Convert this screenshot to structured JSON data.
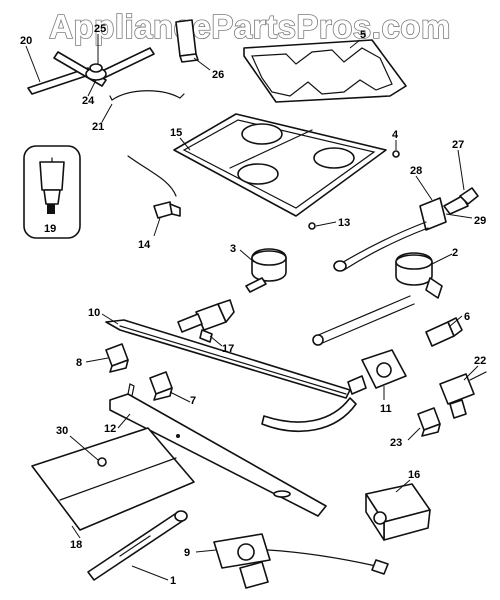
{
  "watermark": "AppliancePartsPros.com",
  "callouts": [
    {
      "id": "p1",
      "label": "1"
    },
    {
      "id": "p2",
      "label": "2"
    },
    {
      "id": "p3",
      "label": "3"
    },
    {
      "id": "p4",
      "label": "4"
    },
    {
      "id": "p5",
      "label": "5"
    },
    {
      "id": "p6",
      "label": "6"
    },
    {
      "id": "p7",
      "label": "7"
    },
    {
      "id": "p8",
      "label": "8"
    },
    {
      "id": "p9",
      "label": "9"
    },
    {
      "id": "p10",
      "label": "10"
    },
    {
      "id": "p11",
      "label": "11"
    },
    {
      "id": "p12",
      "label": "12"
    },
    {
      "id": "p13",
      "label": "13"
    },
    {
      "id": "p14",
      "label": "14"
    },
    {
      "id": "p15",
      "label": "15"
    },
    {
      "id": "p16",
      "label": "16"
    },
    {
      "id": "p17",
      "label": "17"
    },
    {
      "id": "p18",
      "label": "18"
    },
    {
      "id": "p19",
      "label": "19"
    },
    {
      "id": "p20",
      "label": "20"
    },
    {
      "id": "p21",
      "label": "21"
    },
    {
      "id": "p22",
      "label": "22"
    },
    {
      "id": "p23",
      "label": "23"
    },
    {
      "id": "p24",
      "label": "24"
    },
    {
      "id": "p25",
      "label": "25"
    },
    {
      "id": "p26",
      "label": "26"
    },
    {
      "id": "p27",
      "label": "27"
    },
    {
      "id": "p28",
      "label": "28"
    },
    {
      "id": "p29",
      "label": "29"
    },
    {
      "id": "p30",
      "label": "30"
    }
  ]
}
